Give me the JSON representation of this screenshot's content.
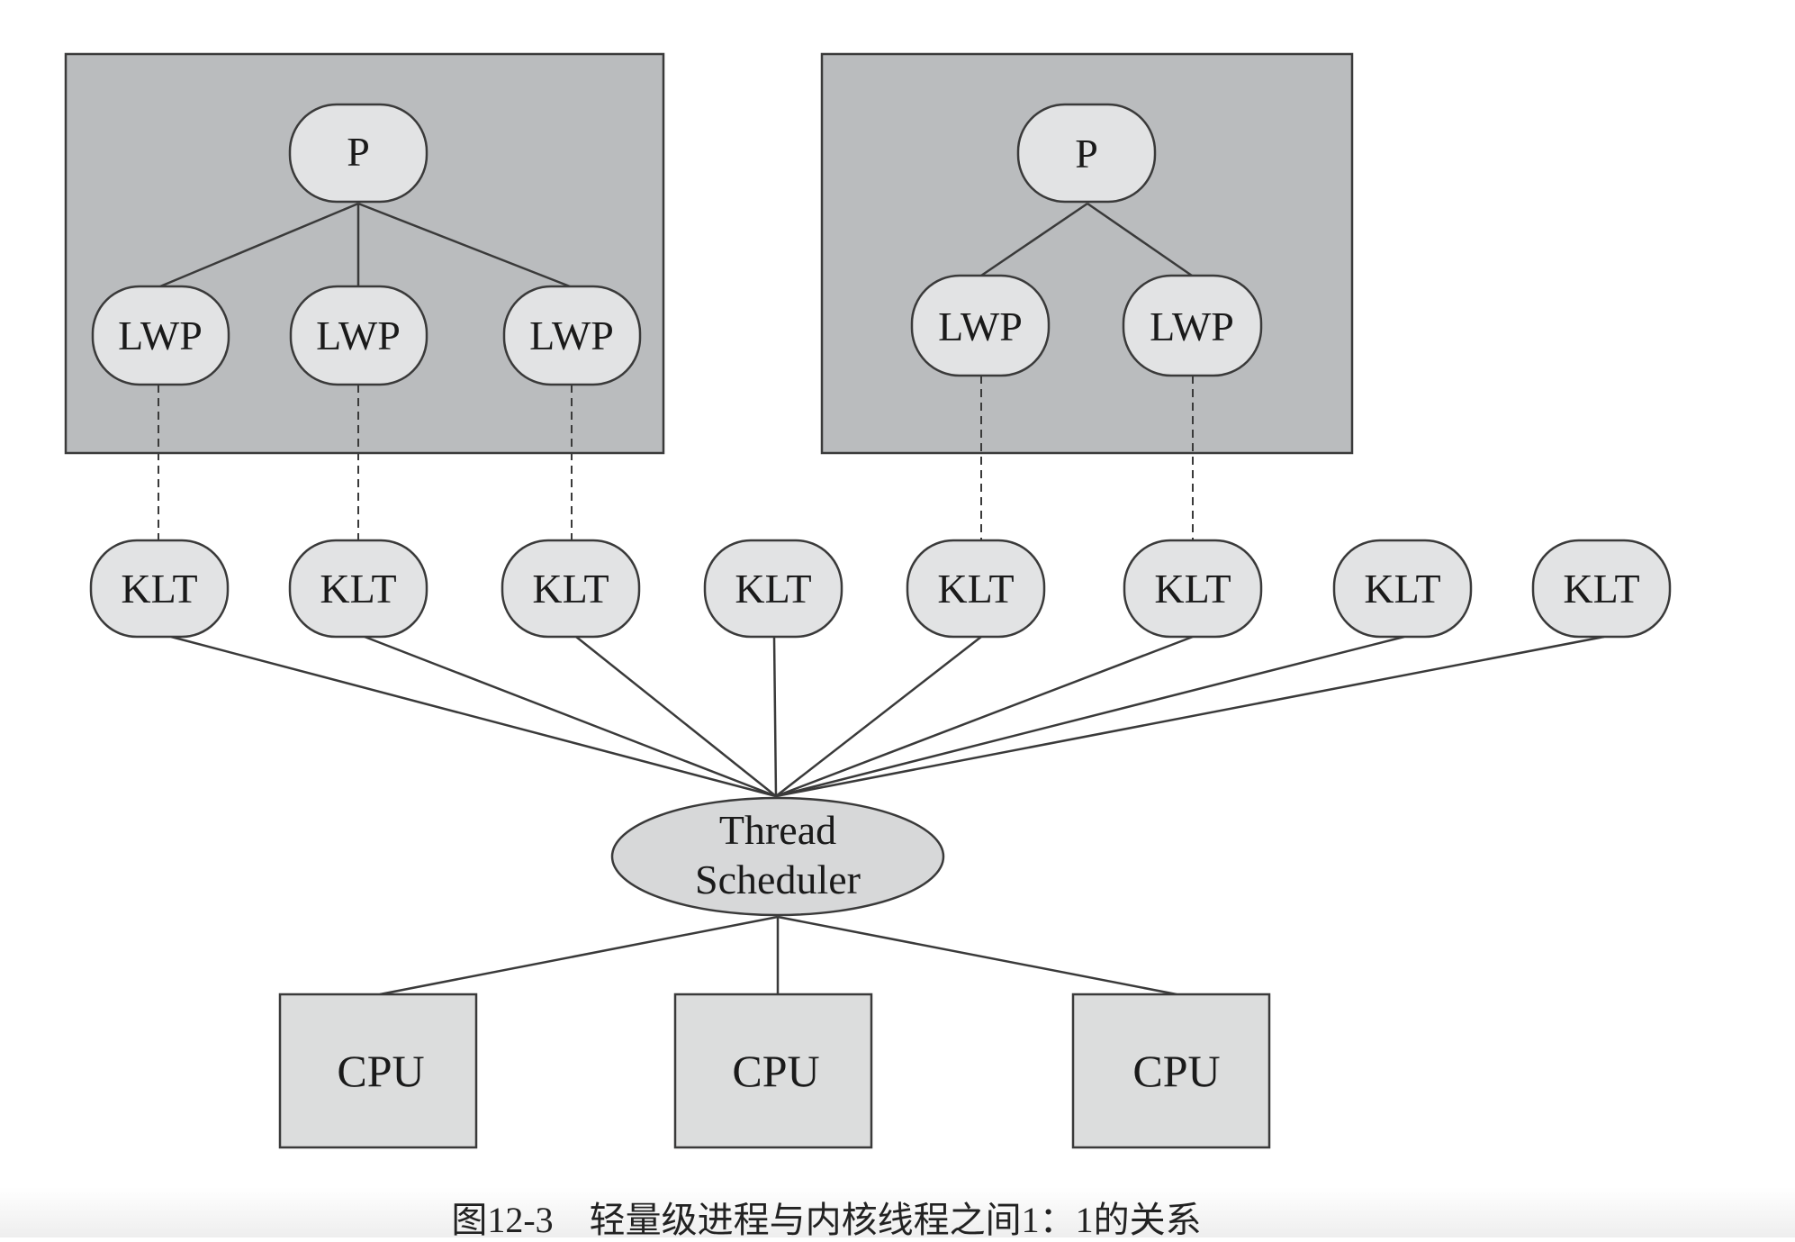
{
  "processes": [
    {
      "label": "P",
      "lwps": [
        "LWP",
        "LWP",
        "LWP"
      ]
    },
    {
      "label": "P",
      "lwps": [
        "LWP",
        "LWP"
      ]
    }
  ],
  "klts": [
    "KLT",
    "KLT",
    "KLT",
    "KLT",
    "KLT",
    "KLT",
    "KLT",
    "KLT"
  ],
  "scheduler": {
    "line1": "Thread",
    "line2": "Scheduler"
  },
  "cpus": [
    "CPU",
    "CPU",
    "CPU"
  ],
  "caption": "图12-3　轻量级进程与内核线程之间1：1的关系",
  "colors": {
    "process_box_fill": "#babcbe",
    "node_fill": "#e2e3e4",
    "cpu_fill": "#dcdddd",
    "stroke": "#3a3a3a",
    "caption_band": "#f1f1f1"
  }
}
